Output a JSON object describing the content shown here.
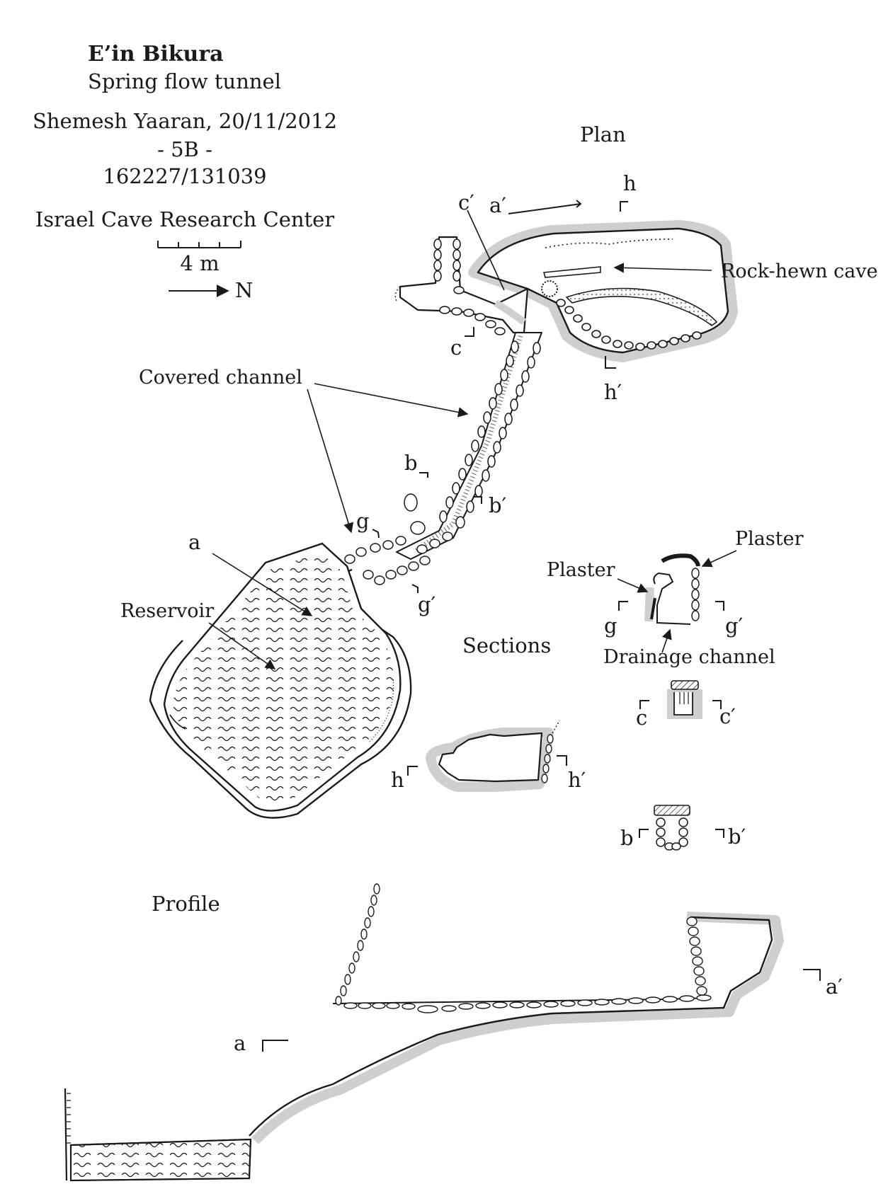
{
  "header": {
    "title": "E’in Bikura",
    "subtitle": "Spring flow tunnel",
    "surveyor": "Shemesh Yaaran, 20/11/2012",
    "code": "- 5B -",
    "coordinates": "162227/131039",
    "institution": "Israel Cave Research Center",
    "scale_label": "4 m",
    "north_label": "N"
  },
  "views": {
    "plan": "Plan",
    "sections": "Sections",
    "profile": "Profile"
  },
  "labels": {
    "rock_hewn_cave": "Rock-hewn cave",
    "covered_channel": "Covered channel",
    "reservoir": "Reservoir",
    "plaster": "Plaster",
    "plaster_2": "Plaster",
    "drainage_channel": "Drainage channel"
  },
  "markers": {
    "a": "a",
    "a_prime": "a′",
    "b": "b",
    "b_prime": "b′",
    "c": "c",
    "c_prime": "c′",
    "g": "g",
    "g_prime": "g′",
    "h": "h",
    "h_prime": "h′"
  },
  "colors": {
    "ink": "#1a1a1a",
    "rock_shadow": "#cfcfcf"
  }
}
